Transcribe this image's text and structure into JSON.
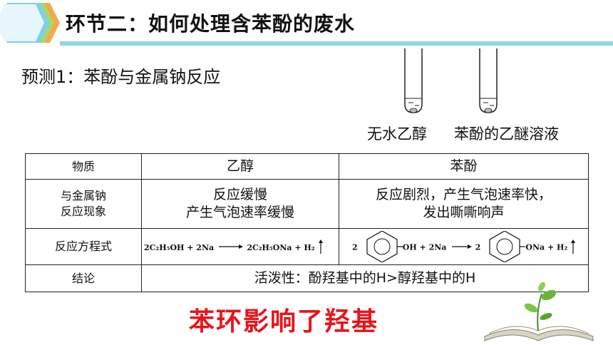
{
  "header": {
    "title": "环节二：如何处理含苯酚的废水"
  },
  "prediction": "预测1：苯酚与金属钠反应",
  "tubes": [
    {
      "label": "无水乙醇"
    },
    {
      "label": "苯酚的乙醚溶液"
    }
  ],
  "table": {
    "headers": [
      "物质",
      "乙醇",
      "苯酚"
    ],
    "rows": [
      {
        "label_lines": [
          "与金属钠",
          "反应现象"
        ],
        "ethanol_lines": [
          "反应缓慢",
          "产生气泡速率缓慢"
        ],
        "phenol_lines": [
          "反应剧烈，产生气泡速率快，",
          "发出嘶嘶响声"
        ]
      },
      {
        "label": "反应方程式",
        "ethanol_eq": {
          "left": "2C₂H₅OH + 2Na",
          "right": "2C₂H₅ONa  + H₂"
        },
        "phenol_eq": {
          "coef1": "2",
          "sub1": "OH + 2Na",
          "coef2": "2",
          "sub2": "ONa + H₂"
        }
      },
      {
        "label": "结论",
        "conclusion": "活泼性：酚羟基中的H>醇羟基中的H"
      }
    ]
  },
  "footer": "苯环影响了羟基",
  "colors": {
    "accent": "#8fd6e6",
    "footer": "#e8141b"
  }
}
